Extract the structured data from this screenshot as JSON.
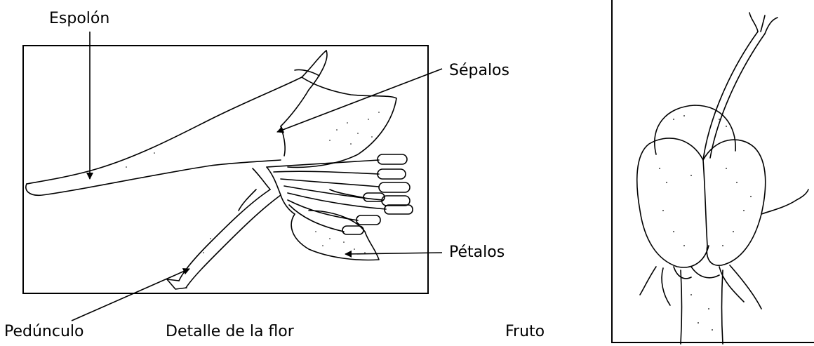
{
  "labels": {
    "spur": "Espolón",
    "sepals": "Sépalos",
    "petals": "Pétalos",
    "peduncle": "Pedúnculo",
    "flower_detail_caption": "Detalle de la flor",
    "fruit_caption": "Fruto"
  },
  "colors": {
    "ink": "#000000",
    "background": "#ffffff"
  }
}
